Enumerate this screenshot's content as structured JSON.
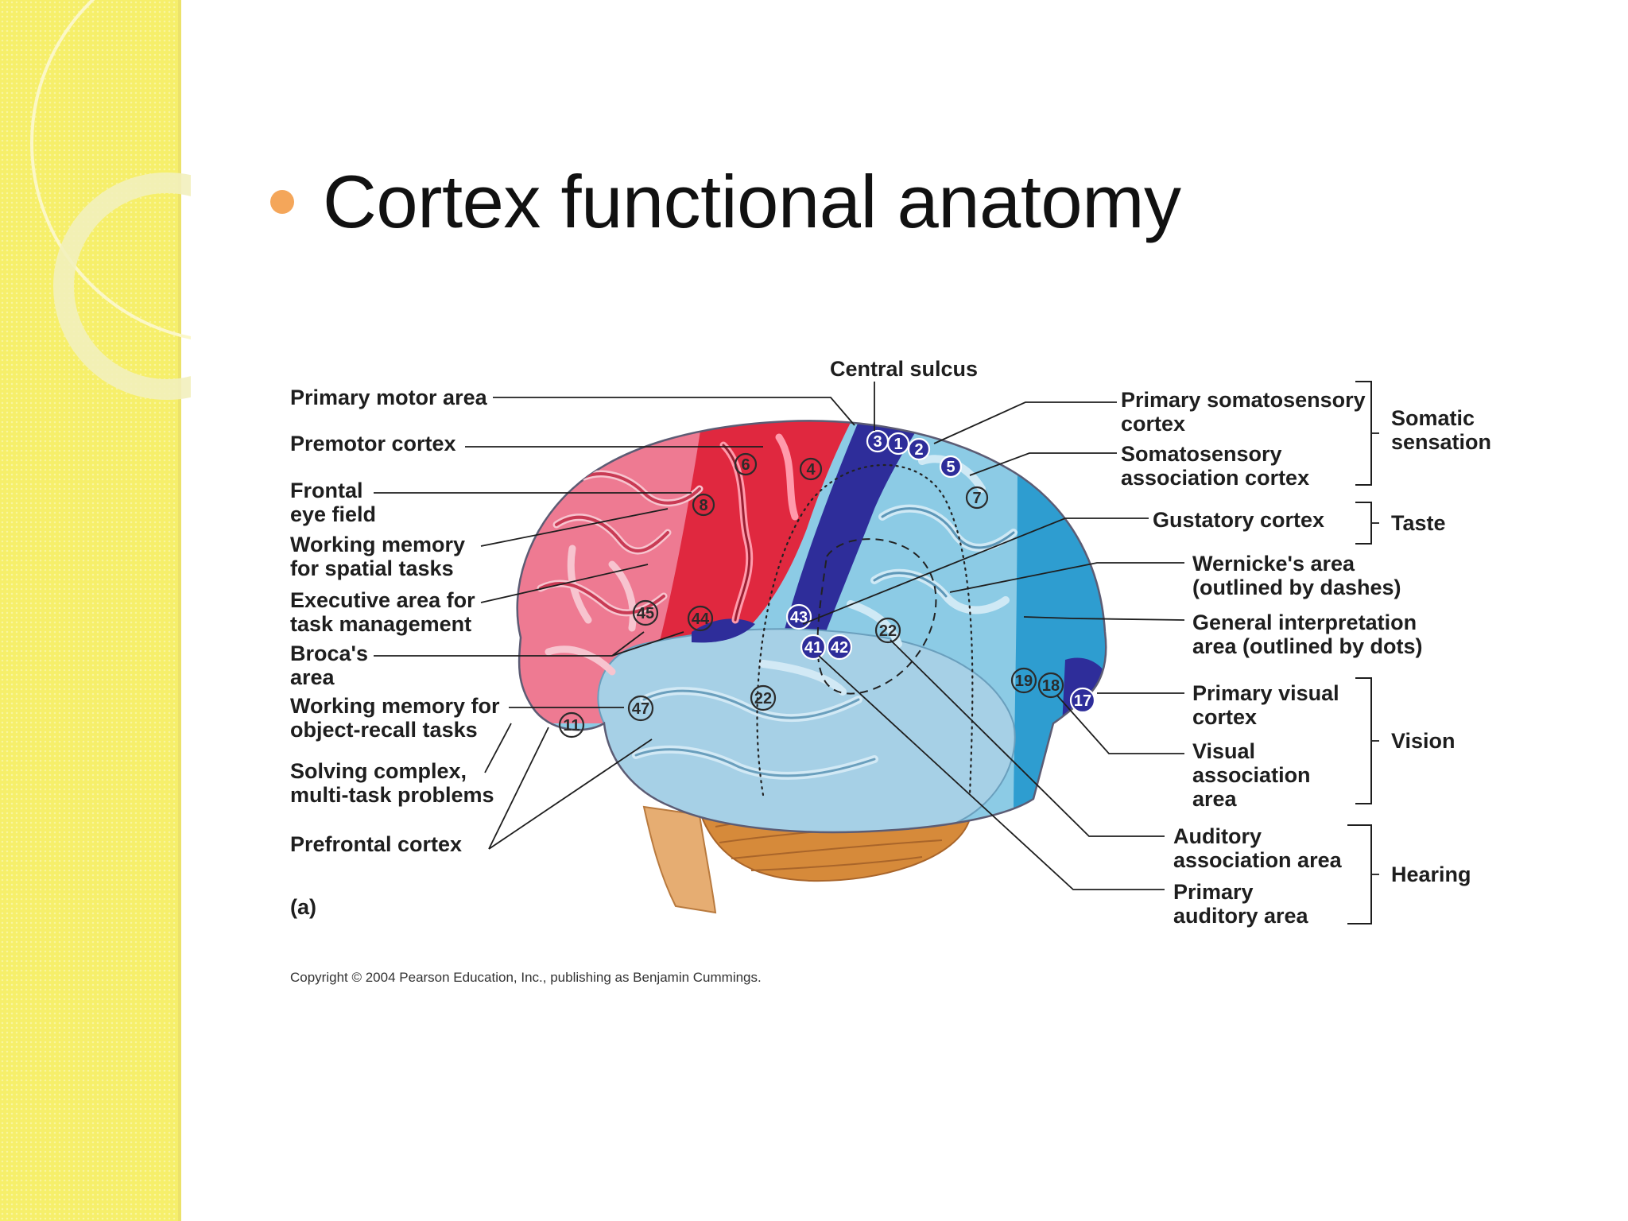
{
  "slide": {
    "title": "Cortex functional anatomy",
    "accent_color": "#f4a65a",
    "sidebar_color": "#f6ef6a"
  },
  "figure": {
    "panel_label": "(a)",
    "copyright": "Copyright © 2004 Pearson Education, Inc., publishing as Benjamin Cummings.",
    "top_label": "Central sulcus",
    "left_labels": [
      [
        "Primary motor area"
      ],
      [
        "Premotor cortex"
      ],
      [
        "Frontal",
        "eye field"
      ],
      [
        "Working memory",
        "for spatial tasks"
      ],
      [
        "Executive area for",
        "task management"
      ],
      [
        "Broca's",
        "area"
      ],
      [
        "Working memory for",
        "object-recall tasks"
      ],
      [
        "Solving complex,",
        "multi-task problems"
      ],
      [
        "Prefrontal cortex"
      ]
    ],
    "right_labels": [
      [
        "Primary somatosensory",
        "cortex"
      ],
      [
        "Somatosensory",
        "association cortex"
      ],
      [
        "Gustatory cortex"
      ],
      [
        "Wernicke's area",
        "(outlined by dashes)"
      ],
      [
        "General interpretation",
        "area (outlined by dots)"
      ],
      [
        "Primary visual",
        "cortex"
      ],
      [
        "Visual",
        "association",
        "area"
      ],
      [
        "Auditory",
        "association area"
      ],
      [
        "Primary",
        "auditory area"
      ]
    ],
    "groups": [
      [
        "Somatic",
        "sensation"
      ],
      [
        "Taste"
      ],
      [
        "Vision"
      ],
      [
        "Hearing"
      ]
    ],
    "area_numbers": [
      "6",
      "4",
      "8",
      "3",
      "1",
      "2",
      "5",
      "7",
      "45",
      "44",
      "43",
      "41",
      "42",
      "22",
      "22",
      "47",
      "11",
      "19",
      "18",
      "17"
    ],
    "colors": {
      "frontal_pink": "#ee7a92",
      "motor_red": "#e0283f",
      "somatosensory_navy": "#2e2d9a",
      "posterior_blue": "#8ccbe5",
      "temporal_pale_blue": "#a6d0e6",
      "occipital_blue": "#2e9dd0",
      "cerebellum": "#d68a3a",
      "brainstem": "#e6ad72"
    }
  }
}
